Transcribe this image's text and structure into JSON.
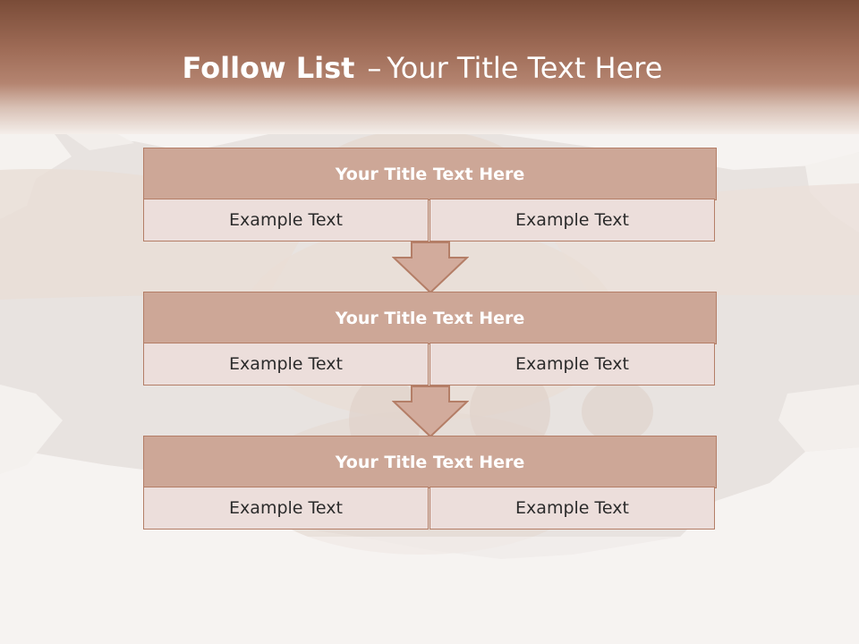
{
  "title": {
    "bold": "Follow List",
    "separator": "–",
    "rest": "Your Title Text Here"
  },
  "steps": [
    {
      "title": "Your Title Text Here",
      "left": "Example Text",
      "right": "Example Text"
    },
    {
      "title": "Your Title Text Here",
      "left": "Example Text",
      "right": "Example Text"
    },
    {
      "title": "Your Title Text Here",
      "left": "Example Text",
      "right": "Example Text"
    }
  ],
  "colors": {
    "header_dark": "#7a4c38",
    "step_title_bg": "#cda797",
    "cell_bg": "#ecdedb",
    "border": "#b47e67",
    "arrow_fill": "#d2ab9c"
  }
}
